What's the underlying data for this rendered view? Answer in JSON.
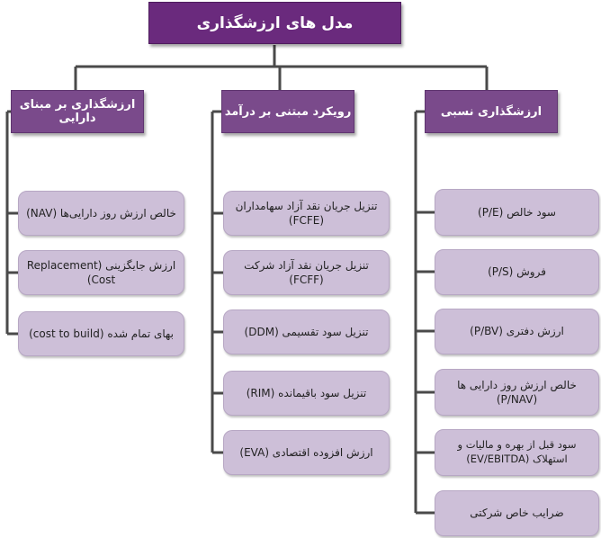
{
  "diagram": {
    "title": "مدل های ارزشگذاری",
    "branches": [
      {
        "heading": "ارزشگذاری بر مبنای دارایی",
        "items": [
          "خالص ارزش روز دارایی‌ها (NAV)",
          "ارزش جایگزینی (Replacement Cost)",
          "بهای تمام شده (cost to build)"
        ]
      },
      {
        "heading": "رویکرد مبتنی بر درآمد",
        "items": [
          "تنزیل جریان نقد آزاد سهامداران (FCFE)",
          "تنزیل جریان نقد آزاد شرکت (FCFF)",
          "تنزیل سود تقسیمی (DDM)",
          "تنزیل سود باقیمانده (RIM)",
          "ارزش افزوده اقتصادی (EVA)"
        ]
      },
      {
        "heading": "ارزشگذاری نسبی",
        "items": [
          "سود خالص (P/E)",
          "فروش (P/S)",
          "ارزش دفتری (P/BV)",
          "خالص ارزش روز دارایی ها (P/NAV)",
          "سود قبل از بهره و مالیات و استهلاک (EV/EBITDA)",
          "ضرایب خاص شرکتی"
        ]
      }
    ]
  },
  "colors": {
    "root_fill": "#6a2a7d",
    "heading_fill": "#7a4a8b",
    "leaf_fill": "#cdbfd8",
    "connector": "#4a4a4a"
  }
}
